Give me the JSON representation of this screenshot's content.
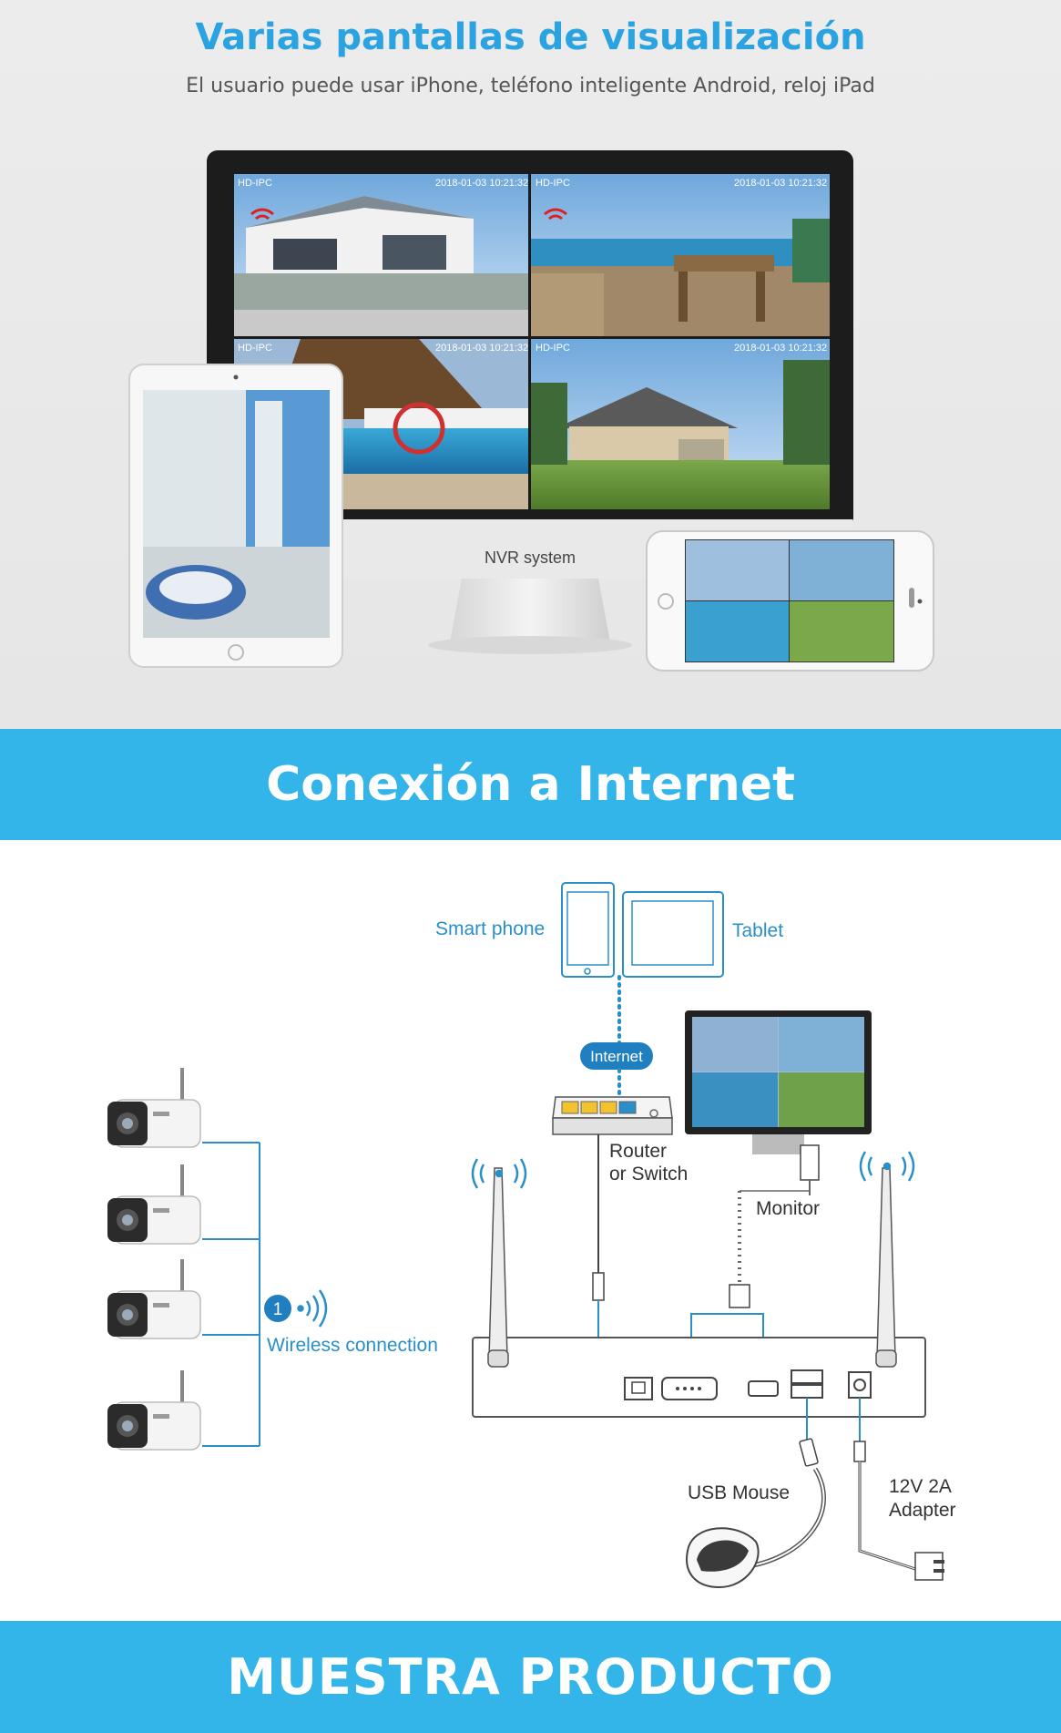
{
  "top": {
    "title": "Varias pantallas de visualización",
    "subtitle": "El usuario puede usar iPhone, teléfono inteligente Android, reloj iPad",
    "monitor_label": "NVR system",
    "cam_label": "HD-IPC",
    "timestamp": "2018-01-03 10:21:32"
  },
  "band1": {
    "label": "Conexión a Internet"
  },
  "diagram": {
    "smart_phone": "Smart phone",
    "tablet": "Tablet",
    "internet": "Internet",
    "router_line1": "Router",
    "router_line2": "or Switch",
    "monitor": "Monitor",
    "badge_number": "1",
    "wireless": "Wireless connection",
    "usb_mouse": "USB Mouse",
    "adapter_line1": "12V 2A",
    "adapter_line2": "Adapter"
  },
  "band2": {
    "label": "MUESTRA PRODUCTO"
  },
  "colors": {
    "accent_blue": "#33b5ea",
    "line_blue": "#2a8fc8",
    "title_blue": "#2aa3e0"
  }
}
